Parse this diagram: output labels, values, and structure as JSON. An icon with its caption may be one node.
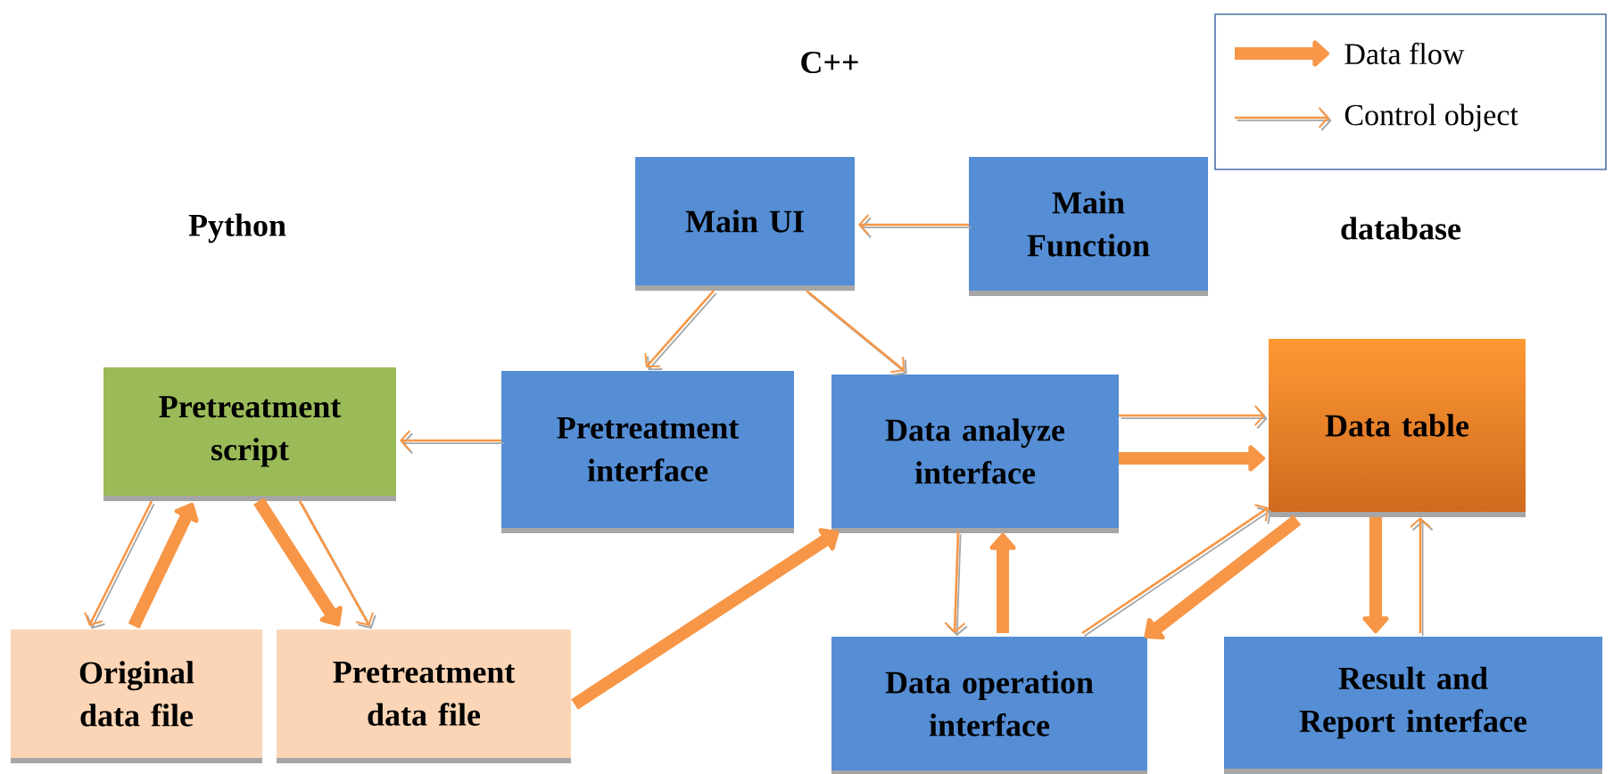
{
  "diagram": {
    "nodes": [
      {
        "text": [
          "Main UI"
        ]
      },
      {
        "text": [
          "Main Function"
        ]
      },
      {
        "text": [
          "Pretreatment script"
        ]
      },
      {
        "text": [
          "Pretreatment interface"
        ]
      },
      {
        "text": [
          "Data analyze interface"
        ]
      },
      {
        "text": [
          "Data table"
        ]
      },
      {
        "text": [
          "Original data file"
        ]
      },
      {
        "text": [
          "Pretreatment data file"
        ]
      },
      {
        "text": [
          "Data operation interface"
        ]
      },
      {
        "text": [
          "Result and Report interface"
        ]
      }
    ],
    "edges": [
      {
        "from": 1,
        "to": 0,
        "arrow": "to"
      },
      {
        "from": 0,
        "to": 3,
        "arrow": "to"
      },
      {
        "from": 0,
        "to": 4,
        "arrow": "to"
      },
      {
        "from": 3,
        "to": 2,
        "arrow": "to"
      },
      {
        "from": 2,
        "to": 6,
        "arrow": "to"
      },
      {
        "from": 6,
        "to": 2,
        "arrow": "to",
        "style": "thick"
      },
      {
        "from": 2,
        "to": 7,
        "arrow": "to",
        "style": "thick"
      },
      {
        "from": 2,
        "to": 7,
        "arrow": "to"
      },
      {
        "from": 7,
        "to": 4,
        "arrow": "to",
        "style": "thick"
      },
      {
        "from": 4,
        "to": 5,
        "arrow": "to"
      },
      {
        "from": 4,
        "to": 5,
        "arrow": "to",
        "style": "thick"
      },
      {
        "from": 4,
        "to": 8,
        "arrow": "to"
      },
      {
        "from": 8,
        "to": 4,
        "arrow": "to",
        "style": "thick"
      },
      {
        "from": 8,
        "to": 5,
        "arrow": "to"
      },
      {
        "from": 5,
        "to": 8,
        "arrow": "to",
        "style": "thick"
      },
      {
        "from": 5,
        "to": 9,
        "arrow": "to",
        "style": "thick"
      },
      {
        "from": 9,
        "to": 5,
        "arrow": "to"
      }
    ],
    "labels": [
      "C++",
      "Python",
      "database"
    ],
    "legend": [
      {
        "text": "Data flow"
      },
      {
        "text": "Control object"
      }
    ]
  }
}
